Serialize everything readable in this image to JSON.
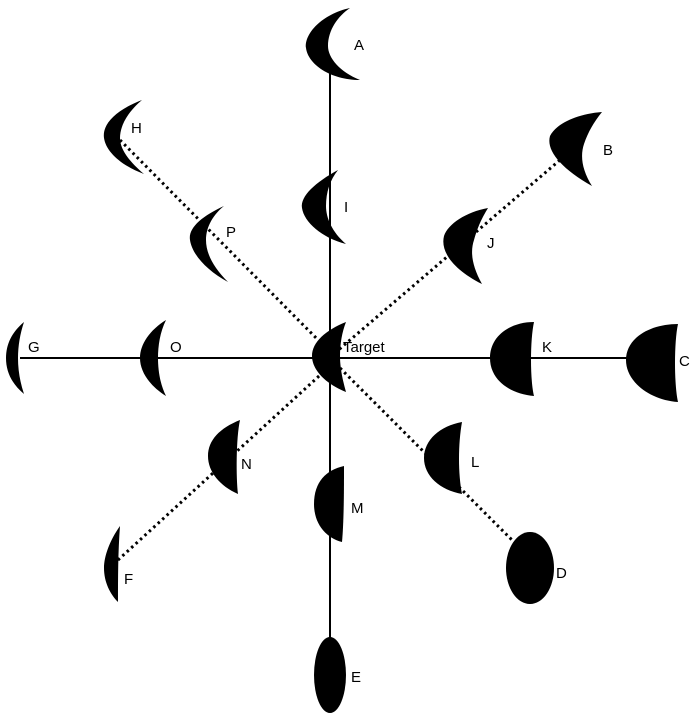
{
  "diagram": {
    "center_label": "Target",
    "labels": {
      "A": "A",
      "B": "B",
      "C": "C",
      "D": "D",
      "E": "E",
      "F": "F",
      "G": "G",
      "H": "H",
      "I": "I",
      "J": "J",
      "K": "K",
      "L": "L",
      "M": "M",
      "N": "N",
      "O": "O",
      "P": "P"
    }
  }
}
